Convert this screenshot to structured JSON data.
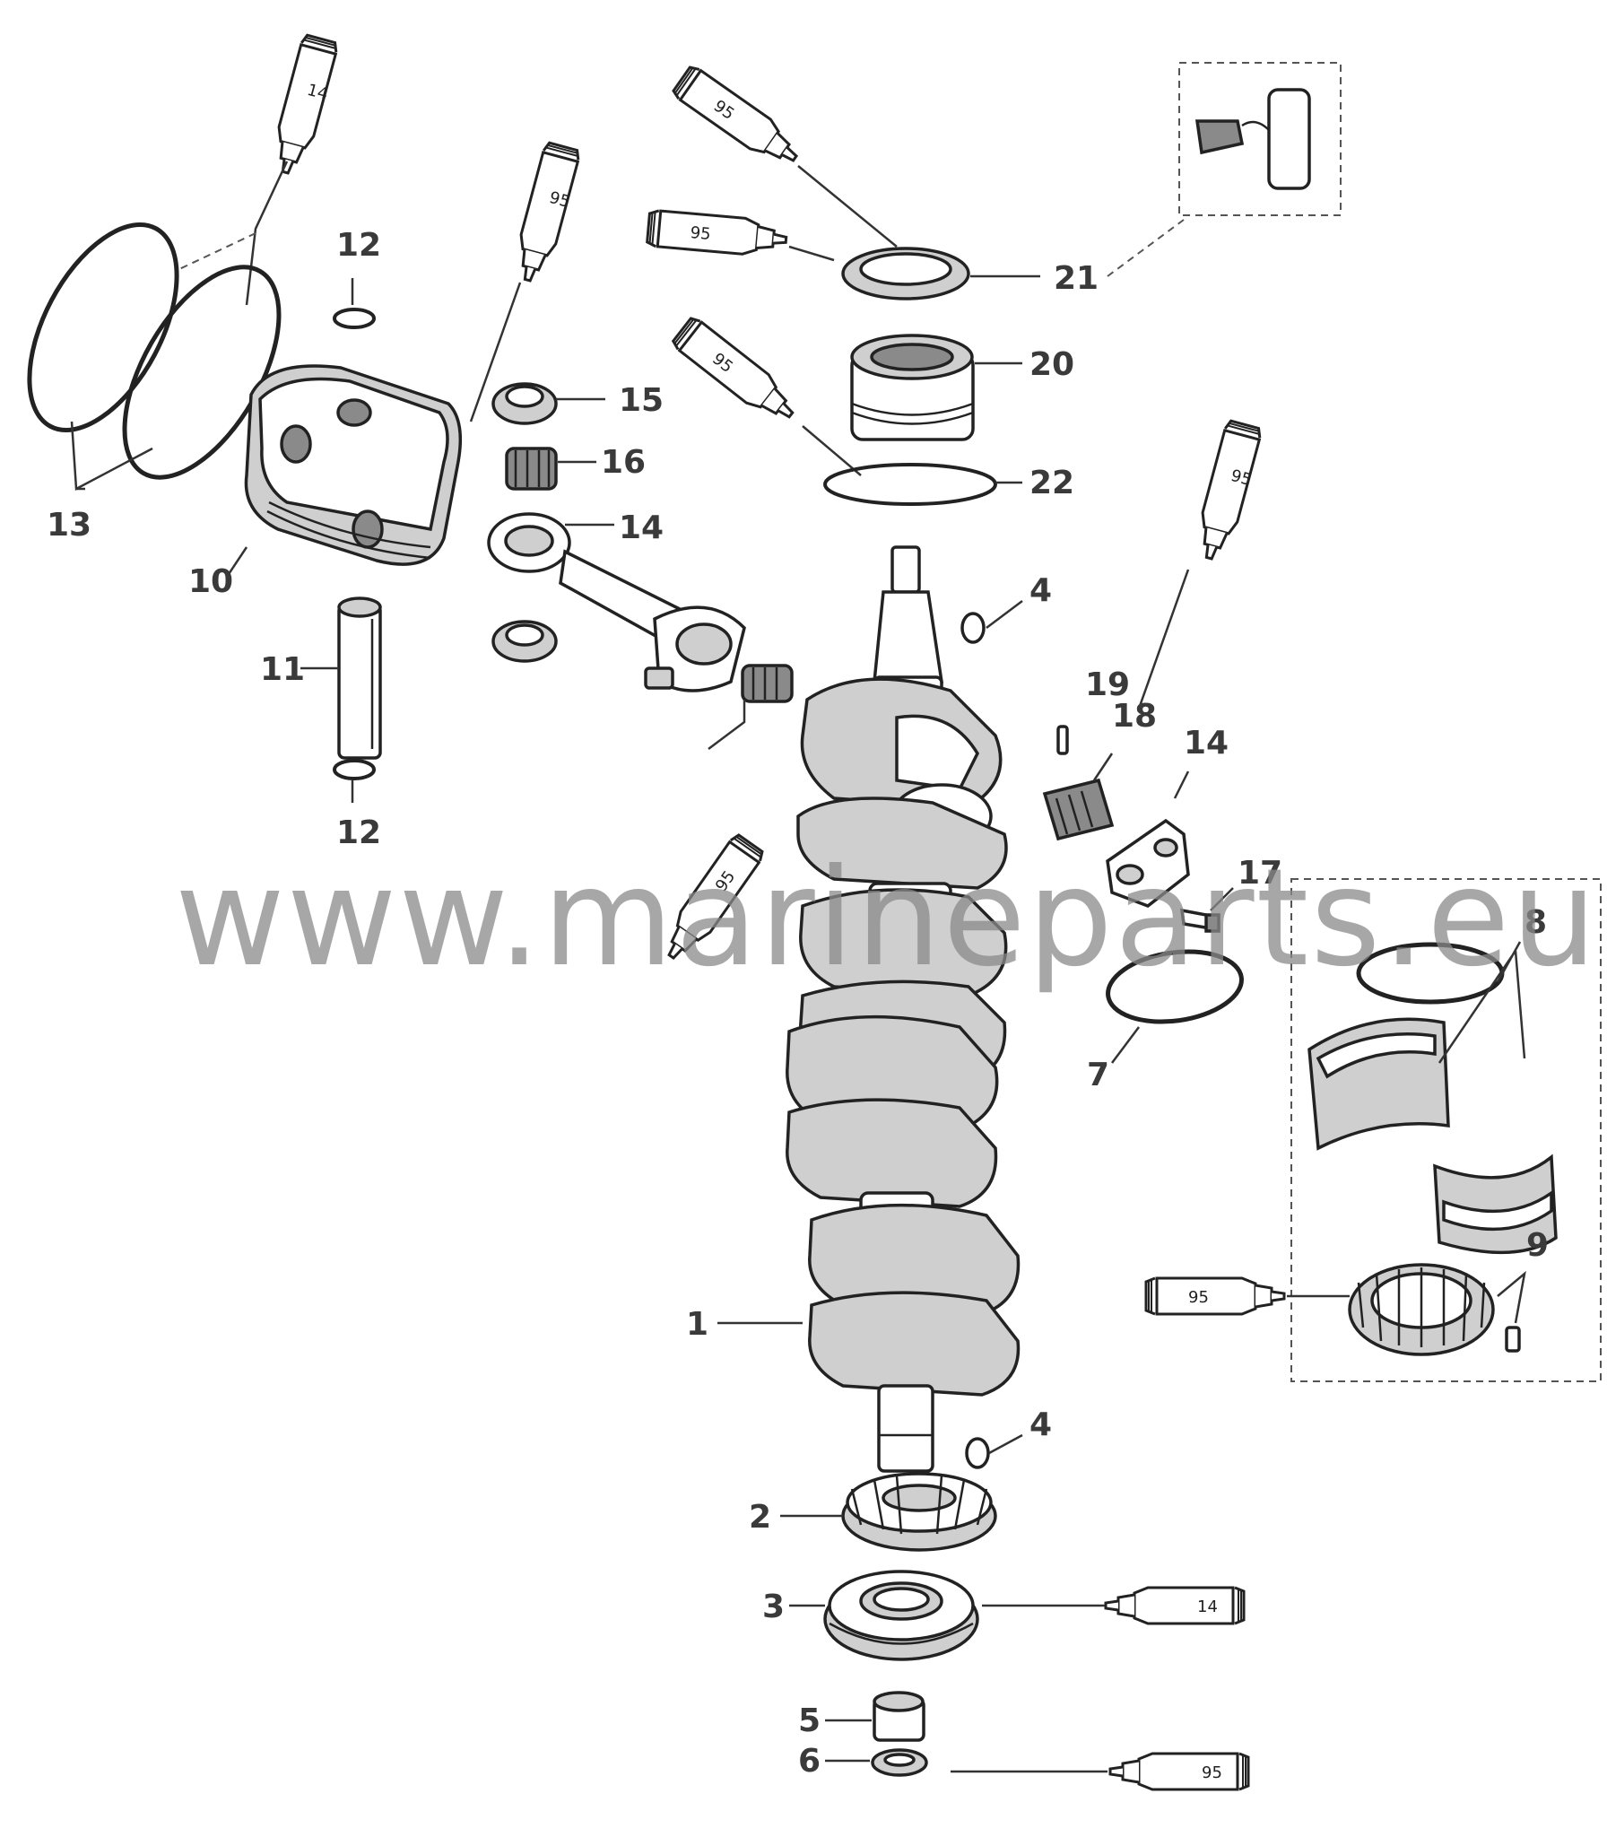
{
  "watermark": "www.marineparts.eu",
  "labels": {
    "l1": "1",
    "l2": "2",
    "l3": "3",
    "l4a": "4",
    "l4b": "4",
    "l5": "5",
    "l6": "6",
    "l7": "7",
    "l8": "8",
    "l9": "9",
    "l10": "10",
    "l11": "11",
    "l12a": "12",
    "l12b": "12",
    "l13": "13",
    "l14a": "14",
    "l14b": "14",
    "l15": "15",
    "l16": "16",
    "l17": "17",
    "l18": "18",
    "l19": "19",
    "l20": "20",
    "l21": "21",
    "l22": "22"
  },
  "tubes": {
    "t1": "14",
    "t2": "95",
    "t3": "95",
    "t4": "95",
    "t5": "95",
    "t6": "95",
    "t7": "95",
    "t8": "95",
    "t9": "14",
    "t10": "95"
  }
}
